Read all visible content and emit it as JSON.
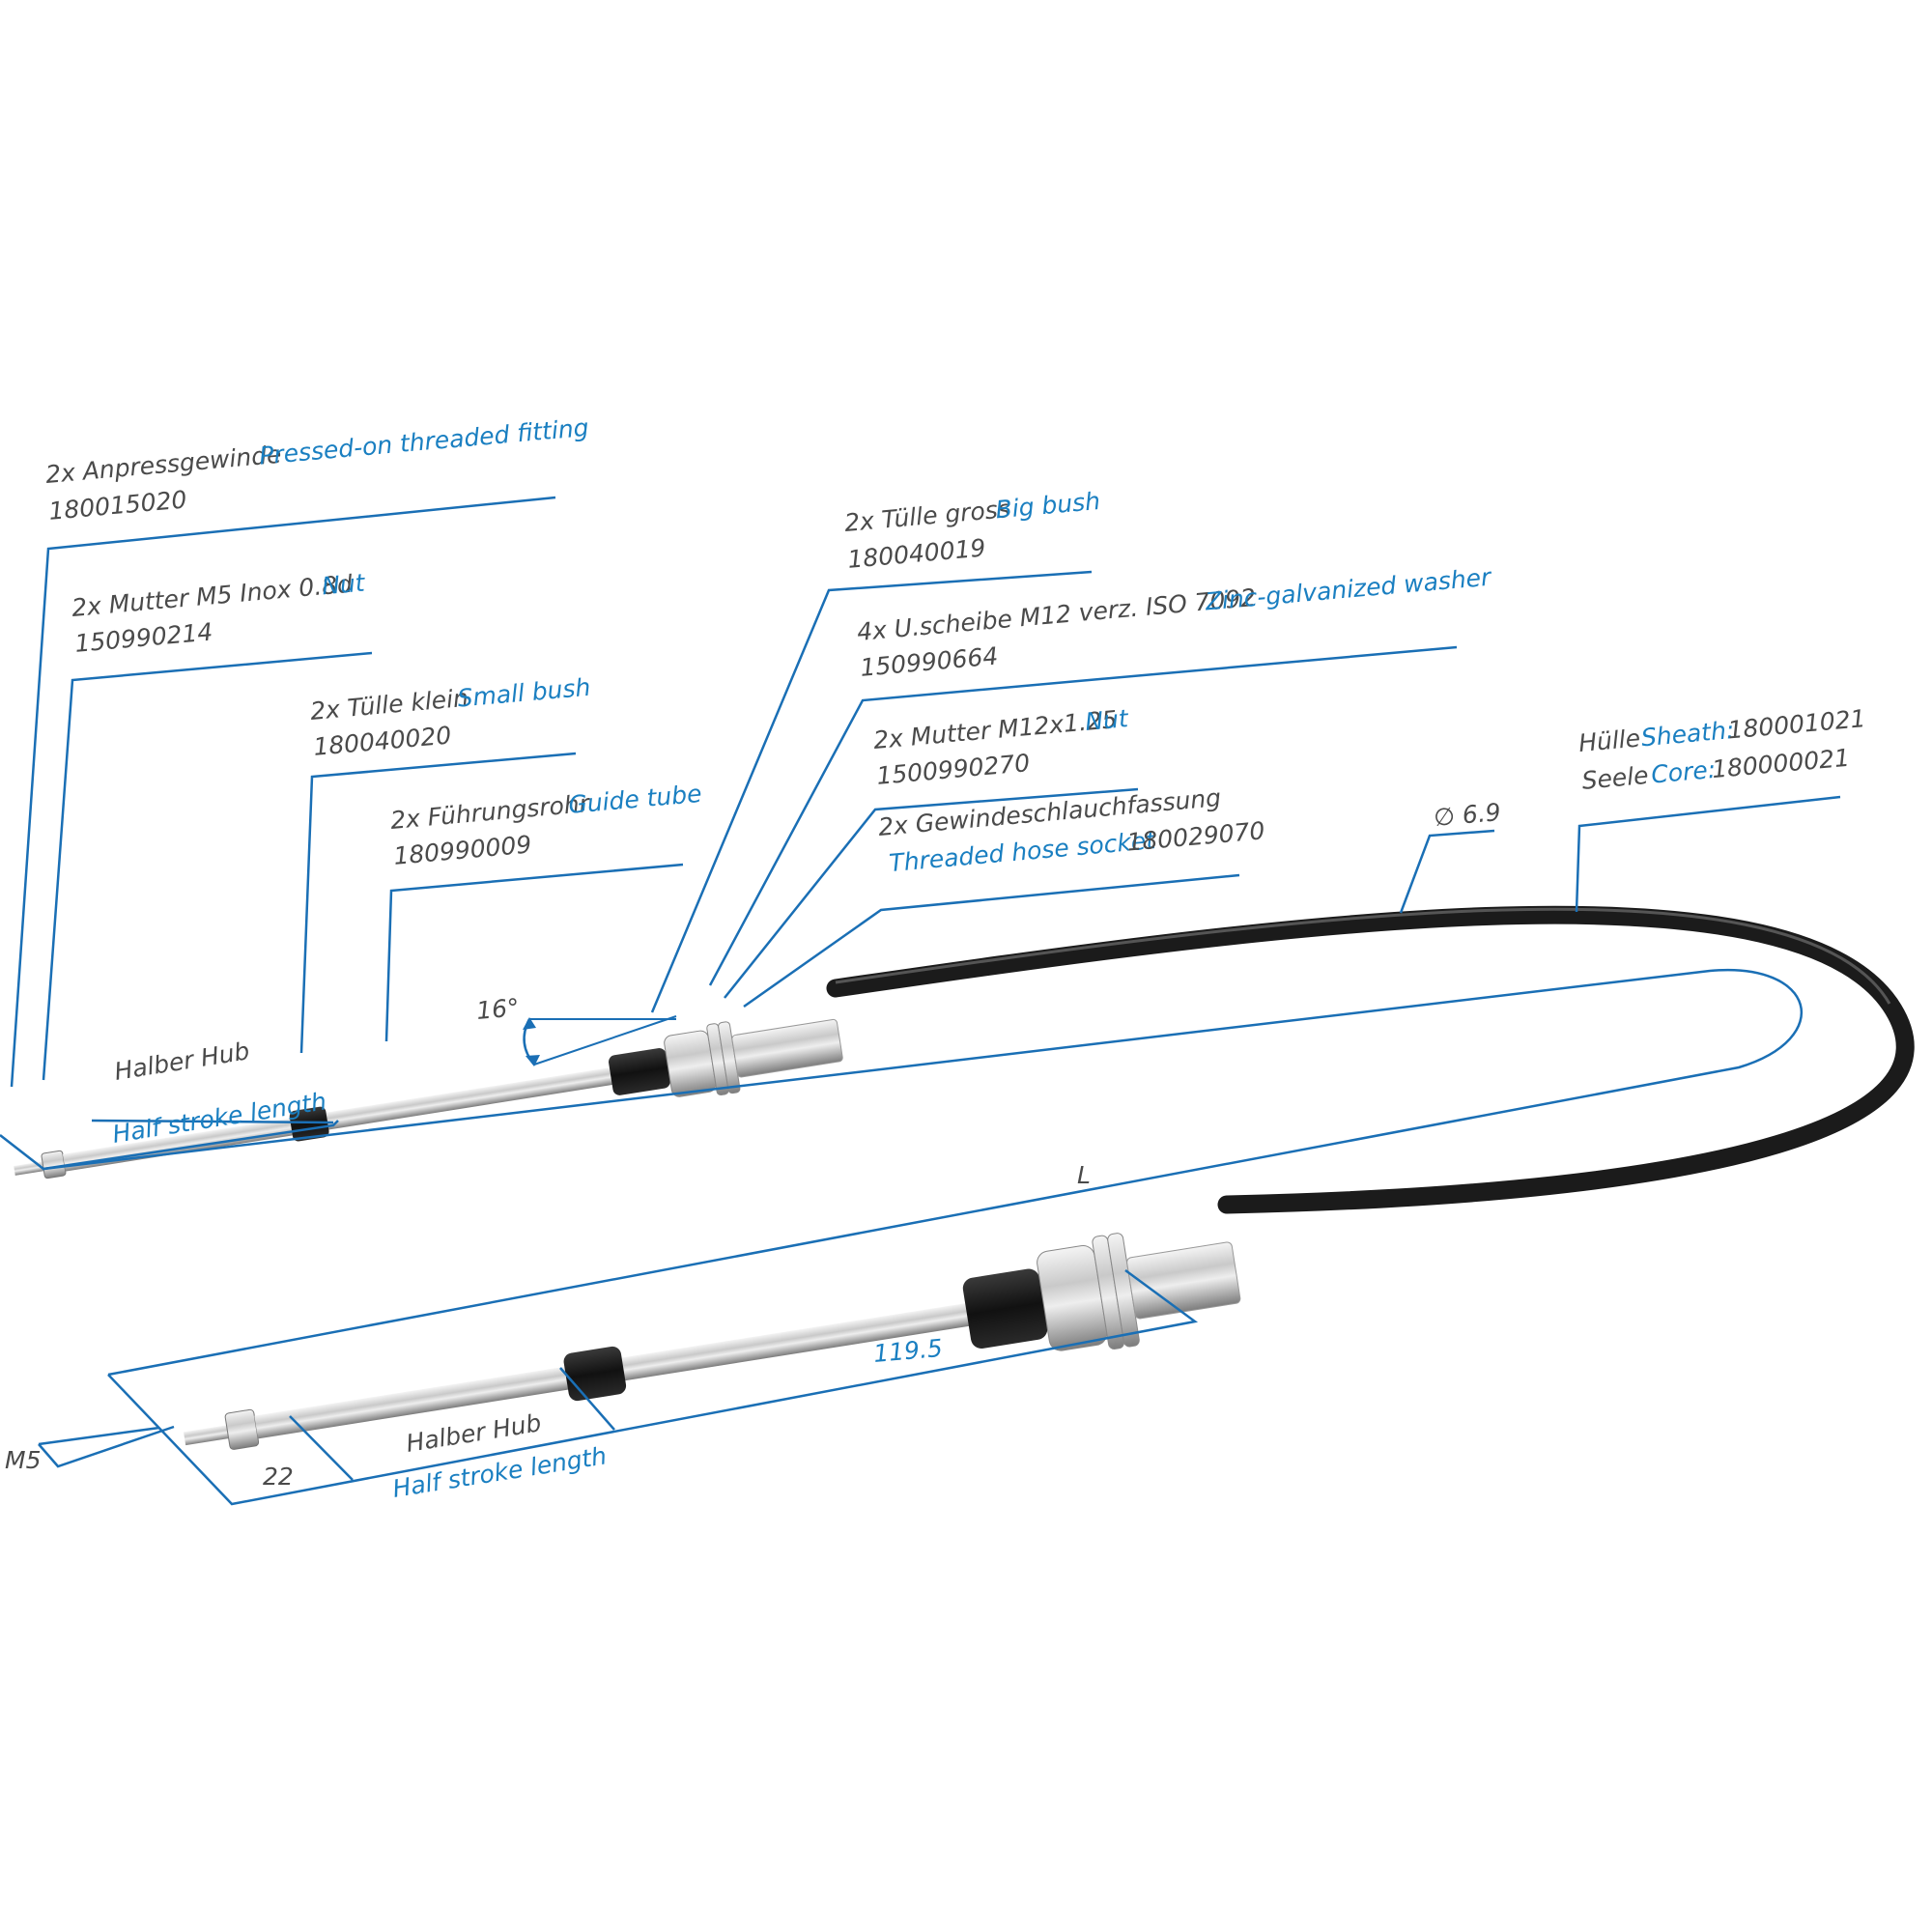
{
  "callouts": {
    "fitting": {
      "de": "2x Anpressgewinde",
      "en": "Pressed-on threaded fitting",
      "pn": "180015020"
    },
    "nut_m5": {
      "de": "2x Mutter M5 Inox 0.8d",
      "en": "Nut",
      "pn": "150990214"
    },
    "small_bush": {
      "de": "2x Tülle klein",
      "en": "Small bush",
      "pn": "180040020"
    },
    "guide_tube": {
      "de": "2x Führungsrohr",
      "en": "Guide tube",
      "pn": "180990009"
    },
    "big_bush": {
      "de": "2x Tülle gross",
      "en": "Big bush",
      "pn": "180040019"
    },
    "washer": {
      "de": "4x U.scheibe M12 verz. ISO 7092",
      "en": "Zinc-galvanized washer",
      "pn": "150990664"
    },
    "nut_m12": {
      "de": "2x Mutter M12x1.25",
      "en": "Nut",
      "pn": "1500990270"
    },
    "hose_socket": {
      "de": "2x Gewindeschlauchfassung",
      "en": "Threaded hose socket",
      "pn": "180029070"
    },
    "sheath": {
      "de": "Hülle",
      "en": "Sheath:",
      "pn": "180001021"
    },
    "core": {
      "de": "Seele",
      "en": "Core:",
      "pn": "180000021"
    }
  },
  "dimensions": {
    "diameter": "∅ 6.9",
    "angle": "16°",
    "length": "L",
    "offset": "119.5",
    "thread_length": "22",
    "thread": "M5",
    "half_stroke_top": {
      "de": "Halber Hub",
      "en": "Half stroke length"
    },
    "half_stroke_bottom": {
      "de": "Halber Hub",
      "en": "Half stroke length"
    }
  },
  "colors": {
    "accent": "#1a6fb5",
    "label_en": "#1a7fc1",
    "label_de": "#4a4a4a",
    "sheath": "#1b1b1b"
  }
}
